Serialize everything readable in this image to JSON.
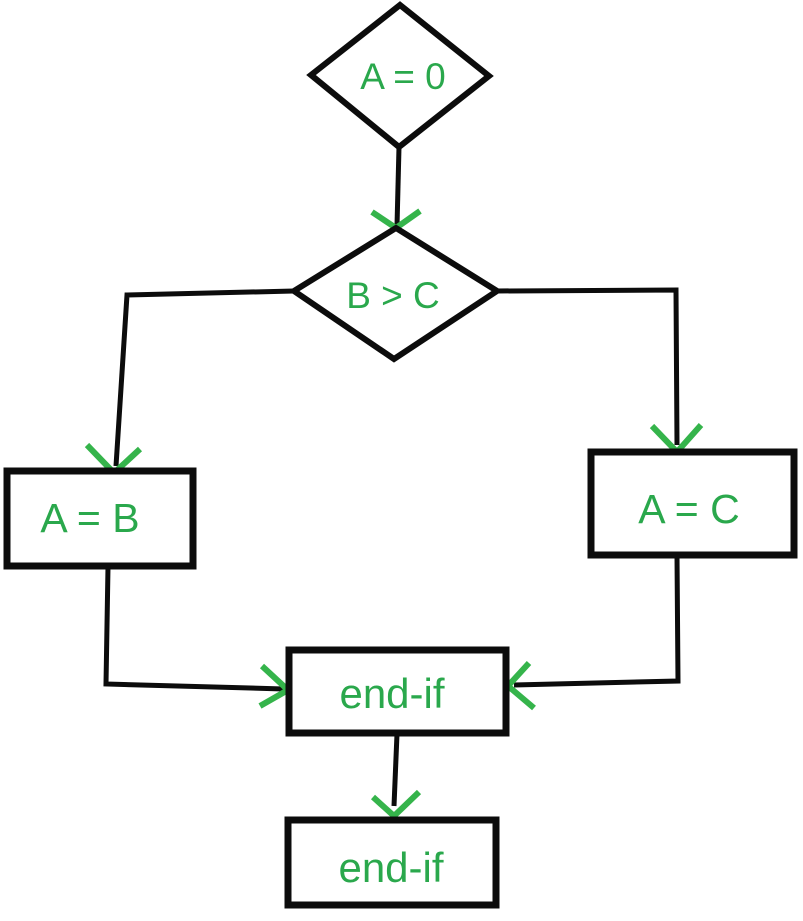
{
  "diagram": {
    "type": "flowchart",
    "description": "if-else flowchart comparing B and C to assign A",
    "colors": {
      "shape_outline": "#0c0c0c",
      "label_text": "#2aa84c",
      "arrowhead": "#35b44b",
      "background": "#ffffff"
    },
    "nodes": [
      {
        "id": "decision-a-equals-0",
        "shape": "diamond",
        "label": "A = 0"
      },
      {
        "id": "decision-b-greater-c",
        "shape": "diamond",
        "label": "B > C"
      },
      {
        "id": "process-a-equals-b",
        "shape": "rectangle",
        "label": "A = B"
      },
      {
        "id": "process-a-equals-c",
        "shape": "rectangle",
        "label": "A = C"
      },
      {
        "id": "merge-end-if",
        "shape": "rectangle",
        "label": "end-if"
      },
      {
        "id": "final-end-if",
        "shape": "rectangle",
        "label": "end-if"
      }
    ],
    "edges": [
      {
        "from": "decision-a-equals-0",
        "to": "decision-b-greater-c",
        "branch": "down"
      },
      {
        "from": "decision-b-greater-c",
        "to": "process-a-equals-b",
        "branch": "left"
      },
      {
        "from": "decision-b-greater-c",
        "to": "process-a-equals-c",
        "branch": "right"
      },
      {
        "from": "process-a-equals-b",
        "to": "merge-end-if",
        "branch": "down-right"
      },
      {
        "from": "process-a-equals-c",
        "to": "merge-end-if",
        "branch": "down-left"
      },
      {
        "from": "merge-end-if",
        "to": "final-end-if",
        "branch": "down"
      }
    ]
  }
}
